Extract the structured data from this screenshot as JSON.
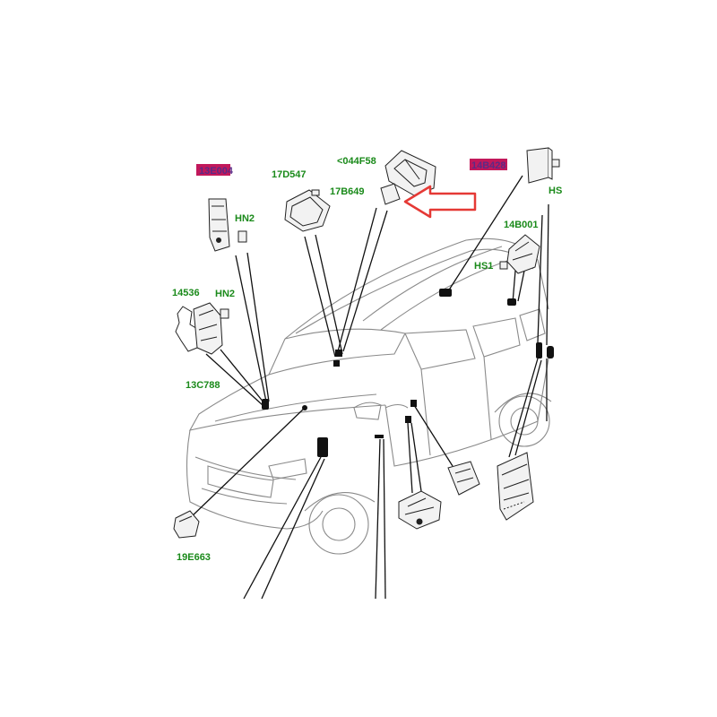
{
  "colors": {
    "label_green": "#1a8a1a",
    "highlight_magenta": "#c2185b",
    "highlight_text": "#5b2a86",
    "arrow_red": "#e53935",
    "line_black": "#111111",
    "car_outline": "#8a8a8a",
    "part_fill": "#f2f2f2"
  },
  "labels": {
    "part_13e004": "13E004",
    "hn2_top": "HN2",
    "part_17d547": "17D547",
    "part_044f58": "<044F58",
    "part_17b649": "17B649",
    "part_14b428": "14B428",
    "hs_top": "HS",
    "part_14b001": "14B001",
    "hs1": "HS1",
    "part_14536": "14536",
    "hn2_mid": "HN2",
    "part_13c788": "13C788",
    "part_19e663": "19E663"
  }
}
